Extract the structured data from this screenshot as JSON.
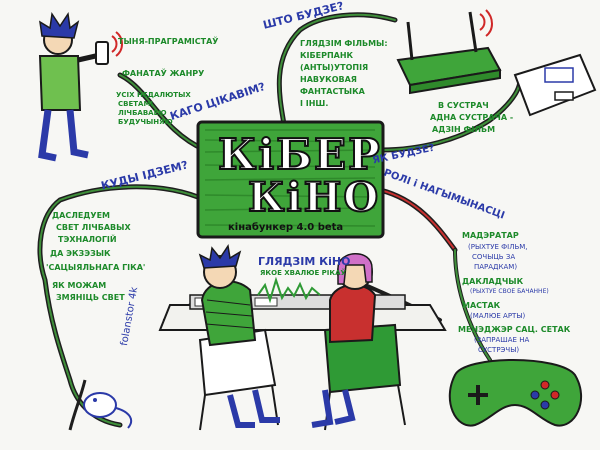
{
  "title": {
    "line1": "КіБЕР",
    "line2": "КіНО",
    "subtitle": "кінабункер 4.0 beta"
  },
  "center_scene": {
    "heading": "ГЛЯДЗІМ КіНО",
    "caption": "ЯКОЕ ХВАЛЮЕ РІКАЎ"
  },
  "branches": {
    "kago": "КАГО ЦІКАВІМ?",
    "shto": "ШТО БУДЗЕ?",
    "kudy": "КУДЫ ІДЗЕМ?",
    "yak": "ЯК БУДЗЕ?",
    "roli": "РОЛІ і НАГЫМЫНАСЦІ"
  },
  "kago_items": [
    "ТЫНЯ-ПРАГРАМІСТАЎ",
    "ФАНАТАЎ ЖАНРУ",
    "УСІХ НЕДАЛЮТЫХ",
    "СВЕТАМІ",
    "ЛІЧБАВАЕЮ",
    "БУДУЧЫНЯЮ"
  ],
  "shto_items": [
    "ГЛЯДЗІМ ФІЛЬМЫ:",
    "КІБЕРПАНК",
    "(АНТЫ)УТОПІЯ",
    "НАВУКОВАЯ",
    "ФАНТАСТЫКА",
    "І ІНШ."
  ],
  "yak_items": [
    "В СУСТРАЧ",
    "АДНА СУСТРАЧА -",
    "АДЗІН ФІЛЬМ"
  ],
  "kudy_items": [
    "ДАСЛЕДУЕМ",
    "СВЕТ ЛІЧБАВЫХ",
    "ТЭХНАЛОГІЙ",
    "ДА ЭКЗЭЗЫК",
    "'САЦЫЯЛЬНАГА ГІКА'",
    "ЯК МОЖАМ",
    "ЗМЯНІЦЬ СВЕТ"
  ],
  "roli_items": [
    "МАДЭРАТАР",
    "(РЫХТУЕ ФІЛЬМ,",
    "СОЧЫЦЬ ЗА",
    "ПАРАДКАМ)",
    "ДАКЛАДЧЫК",
    "(РЫХТУЕ СВОЕ БАЧАННЕ)",
    "МАСТАК",
    "(МАЛЮЕ АРТЫ)",
    "МЕНЭДЖЭР САЦ. СЕТАК",
    "(ЗАПРАШАЕ НА",
    "СУСТРЭЧЫ)"
  ],
  "signature": "folanstor 4k",
  "colors": {
    "blue": "#2b3aa8",
    "green": "#1d8a2a",
    "screen": "#3fa53a",
    "red": "#c8302f"
  }
}
